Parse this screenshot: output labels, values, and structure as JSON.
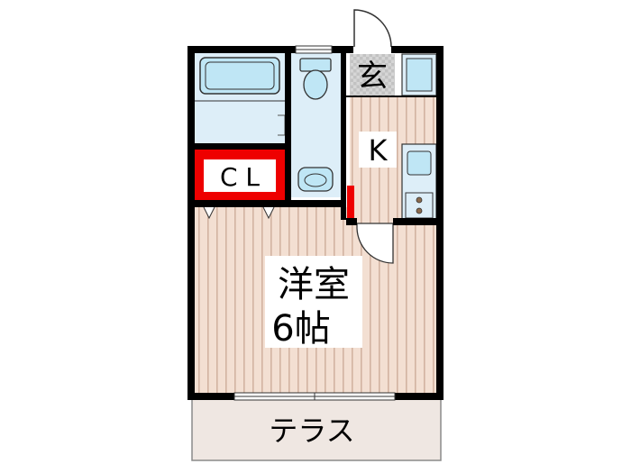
{
  "rooms": {
    "entrance": "玄",
    "kitchen": "K",
    "closet": "C L",
    "western_room": "洋室",
    "western_room_size": "6帖",
    "terrace": "テラス"
  },
  "colors": {
    "wall": "#000000",
    "floor_wood": "#f3dfd2",
    "floor_stripe": "#d2b3a1",
    "wet_area": "#ddeef8",
    "fixture": "#bfe6f5",
    "closet": "#ee0000",
    "terrace": "#efe7e2",
    "entrance": "#d0d0d0"
  },
  "icons": [
    "bathtub-icon",
    "toilet-icon",
    "washbasin-icon",
    "sink-icon",
    "stove-icon",
    "refrigerator-space-icon",
    "door-swing-icon"
  ]
}
